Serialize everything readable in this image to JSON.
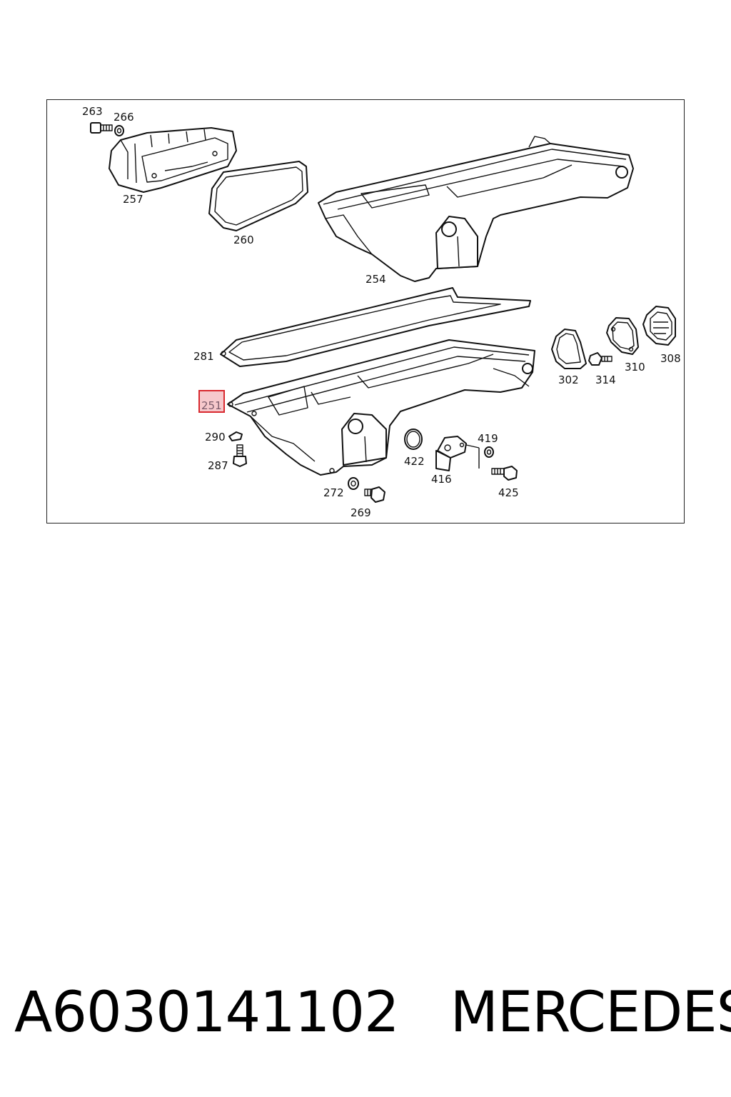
{
  "diagram": {
    "callouts": [
      {
        "id": "263",
        "text": "263"
      },
      {
        "id": "266",
        "text": "266"
      },
      {
        "id": "257",
        "text": "257"
      },
      {
        "id": "260",
        "text": "260"
      },
      {
        "id": "254",
        "text": "254"
      },
      {
        "id": "281",
        "text": "281"
      },
      {
        "id": "251",
        "text": "251",
        "highlighted": true
      },
      {
        "id": "302",
        "text": "302"
      },
      {
        "id": "314",
        "text": "314"
      },
      {
        "id": "310",
        "text": "310"
      },
      {
        "id": "308",
        "text": "308"
      },
      {
        "id": "290",
        "text": "290"
      },
      {
        "id": "287",
        "text": "287"
      },
      {
        "id": "422",
        "text": "422"
      },
      {
        "id": "416",
        "text": "416"
      },
      {
        "id": "419",
        "text": "419"
      },
      {
        "id": "425",
        "text": "425"
      },
      {
        "id": "272",
        "text": "272"
      },
      {
        "id": "269",
        "text": "269"
      }
    ],
    "highlight_color": "#d8282e"
  },
  "caption": {
    "part_number": "A6030141102",
    "brand": "MERCEDES"
  }
}
